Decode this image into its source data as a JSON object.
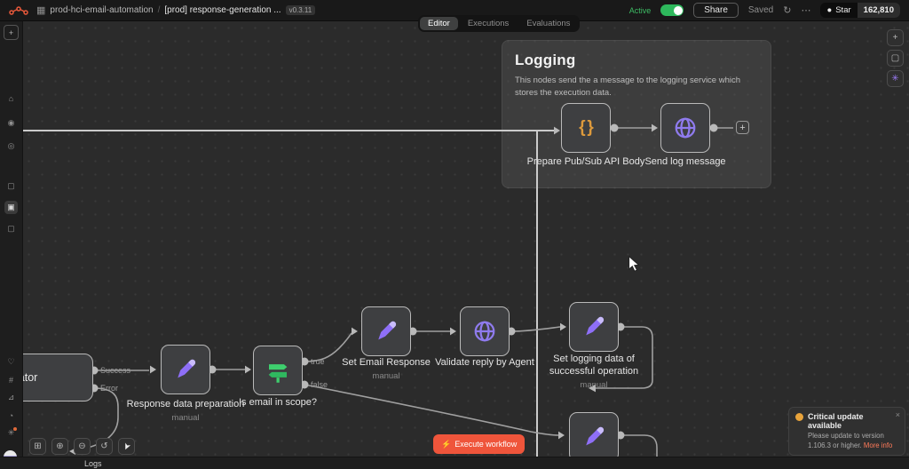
{
  "topbar": {
    "project": "prod-hci-email-automation",
    "separator": "/",
    "workflow": "[prod] response-generation ...",
    "version": "v0.3.11",
    "active_label": "Active",
    "share": "Share",
    "saved": "Saved",
    "history_icon": "↻",
    "more": "⋯",
    "github_icon": "●",
    "star": "Star",
    "star_count": "162,810"
  },
  "tabs": {
    "editor": "Editor",
    "executions": "Executions",
    "evaluations": "Evaluations"
  },
  "sticky": {
    "title": "Logging",
    "description": "This nodes send the a message to the logging service which stores the execution data."
  },
  "nodes": {
    "prepare": {
      "label": "Prepare Pub/Sub API Body"
    },
    "send_log": {
      "label": "Send log message"
    },
    "validator": {
      "label": "lator",
      "outputs": {
        "success": "Success",
        "error": "Error"
      }
    },
    "response_prep": {
      "label": "Response data preparation",
      "sub": "manual"
    },
    "scope_check": {
      "label": "Is email in scope?",
      "outputs": {
        "true": "true",
        "false": "false"
      }
    },
    "set_email": {
      "label": "Set Email Response",
      "sub": "manual"
    },
    "validate_reply": {
      "label": "Validate reply by Agent"
    },
    "set_logging": {
      "label": "Set logging data of successful operation",
      "sub": "manual"
    }
  },
  "canvas": {
    "execute_button": "Execute workflow",
    "execute_icon": "⚡",
    "add_node_plus": "+",
    "logs_label": "Logs"
  },
  "controls": {
    "fit": "⊞",
    "zoom_in": "⊕",
    "zoom_out": "⊖",
    "undo": "↺",
    "pointer": "➤"
  },
  "right_toolbar": {
    "add": "+",
    "note": "▢",
    "assistant": "✳"
  },
  "sidebar_glyphs": {
    "add": "+",
    "overview": "⌂",
    "personal": "◉",
    "shared": "◎",
    "project1": "▢",
    "project2": "▣",
    "project3": "▢",
    "templates": "♡",
    "variables": "#",
    "insights": "⊿",
    "help": "◔",
    "whats_new": "✳"
  },
  "notification": {
    "title": "Critical update available",
    "body": "Please update to version 1.106.3 or higher.",
    "link": "More info",
    "close": "×"
  },
  "colors": {
    "accent_orange": "#EF553B",
    "toggle_green": "#2EB85C",
    "node_purple": "#8E6FF7",
    "braces_orange": "#DD9A3C",
    "if_green": "#3ECF6E",
    "link_orange": "#FF7A59"
  }
}
